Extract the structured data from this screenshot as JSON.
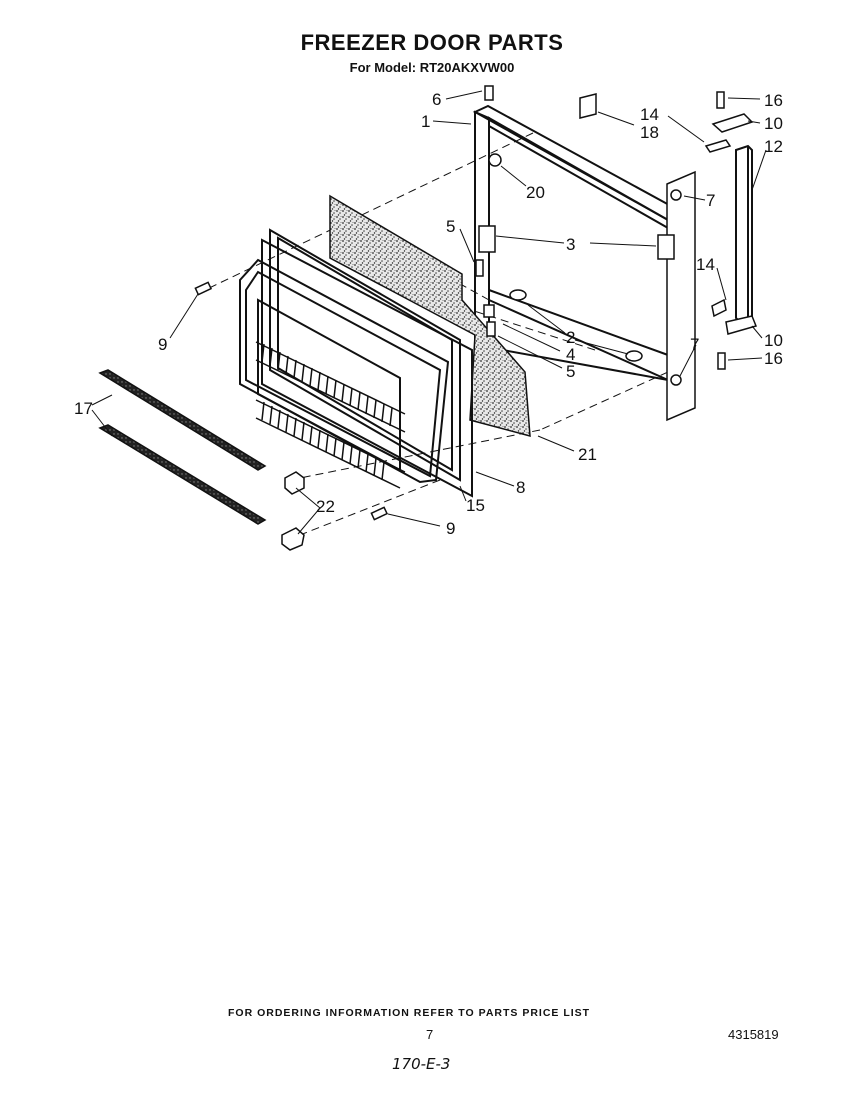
{
  "header": {
    "title": "FREEZER DOOR PARTS",
    "model_line": "For Model: RT20AKXVW00"
  },
  "callouts": [
    {
      "id": "c6",
      "label": "6"
    },
    {
      "id": "c1",
      "label": "1"
    },
    {
      "id": "c14a",
      "label": "14"
    },
    {
      "id": "c18",
      "label": "18"
    },
    {
      "id": "c16a",
      "label": "16"
    },
    {
      "id": "c10a",
      "label": "10"
    },
    {
      "id": "c12",
      "label": "12"
    },
    {
      "id": "c20",
      "label": "20"
    },
    {
      "id": "c7a",
      "label": "7"
    },
    {
      "id": "c5a",
      "label": "5"
    },
    {
      "id": "c3",
      "label": "3"
    },
    {
      "id": "c14b",
      "label": "14"
    },
    {
      "id": "c9a",
      "label": "9"
    },
    {
      "id": "c2",
      "label": "2"
    },
    {
      "id": "c4",
      "label": "4"
    },
    {
      "id": "c5b",
      "label": "5"
    },
    {
      "id": "c7b",
      "label": "7"
    },
    {
      "id": "c10b",
      "label": "10"
    },
    {
      "id": "c16b",
      "label": "16"
    },
    {
      "id": "c17",
      "label": "17"
    },
    {
      "id": "c21",
      "label": "21"
    },
    {
      "id": "c8",
      "label": "8"
    },
    {
      "id": "c22",
      "label": "22"
    },
    {
      "id": "c15",
      "label": "15"
    },
    {
      "id": "c9b",
      "label": "9"
    }
  ],
  "footer": {
    "ordering_note": "FOR ORDERING INFORMATION REFER TO PARTS PRICE LIST",
    "page_number": "7",
    "document_number": "4315819",
    "handwritten_code": "170-E-3"
  },
  "colors": {
    "ink": "#111111",
    "paper": "#ffffff",
    "insulation": "#6a6a6a"
  }
}
